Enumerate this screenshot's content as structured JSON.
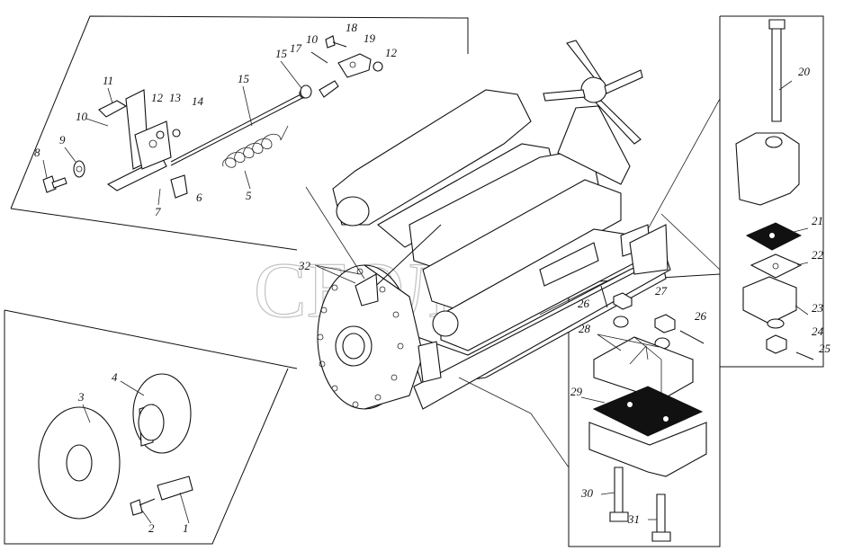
{
  "watermark": "СБЭЛМ",
  "callouts": [
    "1",
    "2",
    "3",
    "4",
    "5",
    "6",
    "7",
    "8",
    "9",
    "10",
    "11",
    "12",
    "12",
    "13",
    "14",
    "15",
    "15",
    "17",
    "10",
    "18",
    "19",
    "20",
    "21",
    "22",
    "23",
    "24",
    "25",
    "26",
    "26",
    "27",
    "28",
    "29",
    "30",
    "31",
    "32"
  ]
}
